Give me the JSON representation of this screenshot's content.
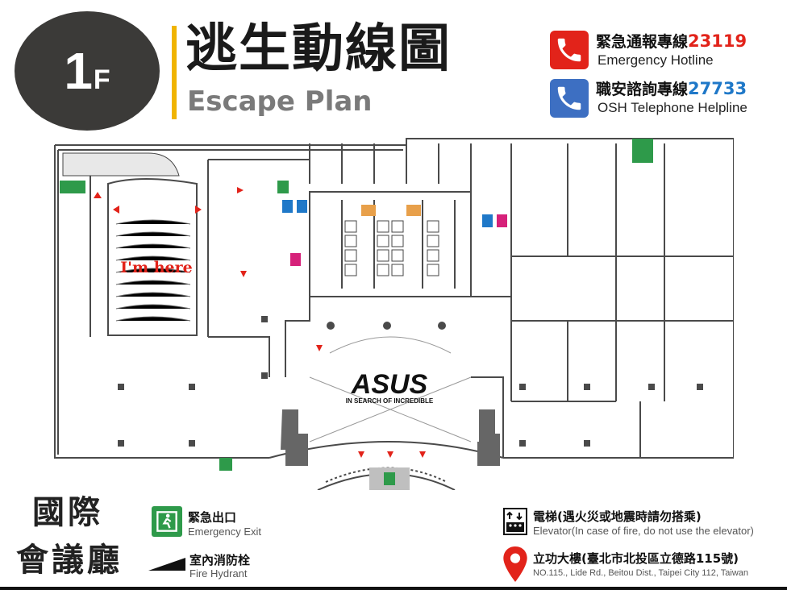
{
  "header": {
    "floor_number": "1",
    "floor_suffix": "F",
    "title_zh": "逃生動線圖",
    "title_en": "Escape Plan"
  },
  "hotlines": [
    {
      "label_zh": "緊急通報專線",
      "number": "23119",
      "label_en": "Emergency Hotline",
      "number_color": "#e2231a",
      "icon": "phone-icon-red"
    },
    {
      "label_zh": "職安諮詢專線",
      "number": "27733",
      "label_en": "OSH Telephone Helpline",
      "number_color": "#1f78c8",
      "icon": "phone-icon-blue"
    }
  ],
  "map": {
    "here_label": "I'm here",
    "brand_logo": "ASUS",
    "brand_slogan": "IN SEARCH OF INCREDIBLE",
    "colors": {
      "wall": "#4a4a4a",
      "arrow": "#e2231a",
      "exit": "#2e9a4a",
      "restroom_m": "#1f78c8",
      "restroom_f": "#d6217a",
      "stairs": "#e8a04a"
    }
  },
  "venue": {
    "name_line1": "國際",
    "name_line2": "會議廳"
  },
  "legend": {
    "exit_zh": "緊急出口",
    "exit_en": "Emergency Exit",
    "hydrant_zh": "室內消防栓",
    "hydrant_en": "Fire Hydrant",
    "elevator_zh": "電梯(遇火災或地震時請勿搭乘)",
    "elevator_en": "Elevator(In case of fire, do not use the elevator)",
    "building_zh": "立功大樓(臺北市北投區立德路115號)",
    "building_en": "NO.115., Lide Rd., Beitou Dist., Taipei City 112, Taiwan"
  }
}
